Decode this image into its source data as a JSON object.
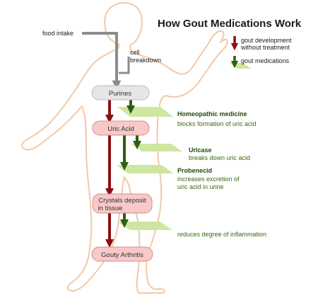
{
  "title": "How Gout Medications Work",
  "colors": {
    "body_outline": "#f3c9a6",
    "disease_arrow": "#8b0f12",
    "medication_arrow": "#2f5d12",
    "medication_plane": "#cfe6a0",
    "gray_path": "#8c8c8c",
    "node_pink_fill": "#f7c9c9",
    "node_pink_stroke": "#d78c8c",
    "node_gray_fill": "#e6e6e6",
    "label_green": "#3a6a12",
    "label_dark_green": "#1e4a08"
  },
  "legend": {
    "untreated_label_line1": "gout development",
    "untreated_label_line2": "without treatment",
    "medication_label": "gout medications"
  },
  "inputs": {
    "food_intake": "food intake",
    "cell_breakdown_line1": "cell",
    "cell_breakdown_line2": "breakdown"
  },
  "nodes": {
    "purines": "Purines",
    "uric_acid": "Uric Acid",
    "crystals_line1": "Crystals deposit",
    "crystals_line2": "in tissue",
    "gouty_arthritis": "Gouty Arthritis"
  },
  "medications": {
    "homeopathic_name": "Homeopathic medicine",
    "homeopathic_desc": "blocks formation of uric acid",
    "uricase_name": "Uricase",
    "uricase_desc": "breaks down uric acid",
    "probenecid_name": "Probenecid",
    "probenecid_desc1": "increases excretion of",
    "probenecid_desc2": "uric acid in urine",
    "inflammation_desc": "reduces degree of inflammation"
  }
}
